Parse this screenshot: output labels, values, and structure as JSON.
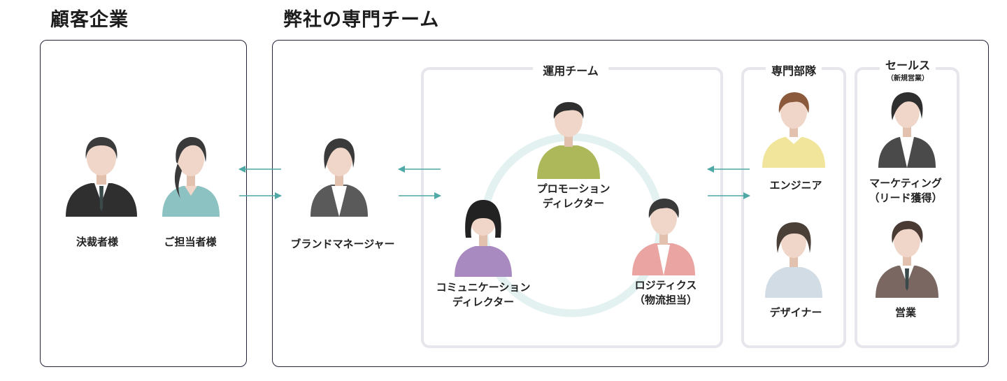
{
  "headings": {
    "client": "顧客企業",
    "team": "弊社の専門チーム"
  },
  "groups": {
    "operations": "運用チーム",
    "specialists": "専門部隊",
    "sales": "セールス",
    "sales_sub": "（新規営業）"
  },
  "people": {
    "decision_maker": "決裁者様",
    "contact_person": "ご担当者様",
    "brand_manager": "ブランドマネージャー",
    "promotion_director": "プロモーション\nディレクター",
    "communication_director": "コミュニケーション\nディレクター",
    "logistics": "ロジティクス\n（物流担当）",
    "engineer": "エンジニア",
    "designer": "デザイナー",
    "marketing": "マーケティング\n（リード獲得）",
    "sales_rep": "営業"
  },
  "colors": {
    "border_dark": "#23233a",
    "inner_border": "#e6e6ec",
    "arrow": "#4fa9a6",
    "ring": "#e3f1f1",
    "skin": "#f0d6c8",
    "suit_dark": "#2f2f2f",
    "shirt_teal": "#8cc2c2",
    "jacket_gray": "#5a5a5a",
    "shirt_olive": "#adb85a",
    "shirt_purple": "#a98ac0",
    "shirt_pink": "#eaa5a2",
    "shirt_yellow": "#f1e59c",
    "shirt_lightblue": "#d2dce4",
    "suit_brown": "#7a6762"
  }
}
